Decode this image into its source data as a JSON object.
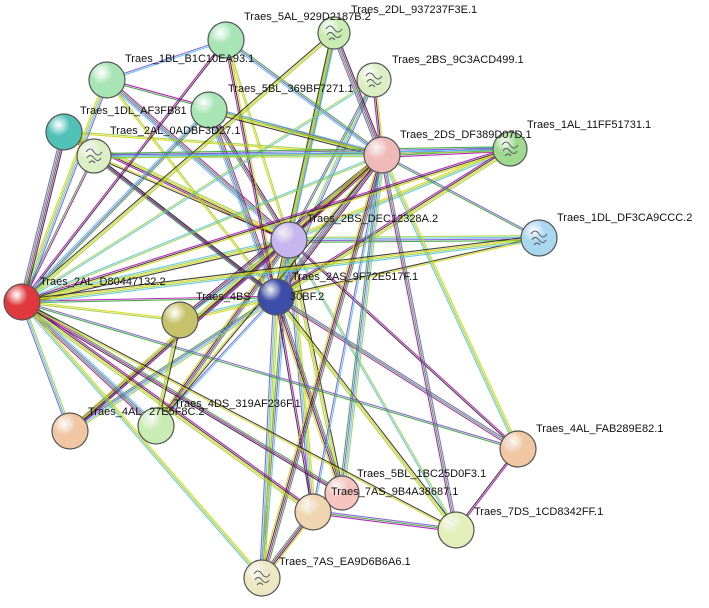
{
  "network": {
    "nodes": [
      {
        "id": "Traes_2BS_DEC12328A.2",
        "color": "#c6b6f0",
        "structure": false
      },
      {
        "id": "Traes_2AS_9F72E517F.1",
        "color": "#3c4ea8",
        "structure": false
      },
      {
        "id": "Traes_2DS_DF389D07D.1",
        "color": "#f0b9b9",
        "structure": false
      },
      {
        "id": "Traes_2AL_D80447132.2",
        "color": "#e0383c",
        "structure": false
      },
      {
        "id": "Traes_5AL_929D2187B.2",
        "color": "#a7e5b5",
        "structure": false
      },
      {
        "id": "Traes_2DL_937237F3E.1",
        "color": "#c9ecb3",
        "structure": true
      },
      {
        "id": "Traes_1BL_B1C10EA93.1",
        "color": "#a7e5b5",
        "structure": false
      },
      {
        "id": "Traes_2BS_9C3ACD499.1",
        "color": "#dcefc4",
        "structure": true
      },
      {
        "id": "Traes_5BL_369BF7271.1",
        "color": "#a7e5b5",
        "structure": false
      },
      {
        "id": "Traes_1DL_AF3FB81",
        "color": "#4fc1b7",
        "structure": false
      },
      {
        "id": "Traes_2AL_0ADBF3D27.1",
        "color": "#dcefc4",
        "structure": true
      },
      {
        "id": "Traes_1AL_11FF51731.1",
        "color": "#9fd98f",
        "structure": true
      },
      {
        "id": "Traes_1DL_DF3CA9CCC.2",
        "color": "#a9d7f0",
        "structure": true
      },
      {
        "id": "Traes_4BS_30BF.2",
        "label": "Traes_4BS",
        "color": "#c6c26a",
        "structure": false
      },
      {
        "id": "Traes_4AL_27E5F8C.2",
        "label": "Traes_4AL",
        "color": "#f0c6a3",
        "structure": false
      },
      {
        "id": "Traes_4DS_319AF236F.1",
        "color": "#c9ecb3",
        "structure": false
      },
      {
        "id": "Traes_4AL_FAB289E82.1",
        "color": "#f0c6a3",
        "structure": false
      },
      {
        "id": "Traes_5BL_1BC25D0F3.1",
        "color": "#f7c4c0",
        "structure": false
      },
      {
        "id": "Traes_7AS_9B4A38687.1",
        "color": "#f0d6b0",
        "structure": false
      },
      {
        "id": "Traes_7DS_1CD8342FF.1",
        "color": "#e2efb8",
        "structure": false
      },
      {
        "id": "Traes_7AS_EA9D6B6A6.1",
        "color": "#eee7c4",
        "structure": true
      }
    ],
    "extra_labels": [
      {
        "text": "30BF.2"
      },
      {
        "text": "27E5F8C.2"
      }
    ],
    "edge_colors": [
      "#2ca02c",
      "#b000b0",
      "#222222",
      "#d4d400",
      "#9acd32",
      "#4fc1e0",
      "#7a4fd0"
    ]
  }
}
